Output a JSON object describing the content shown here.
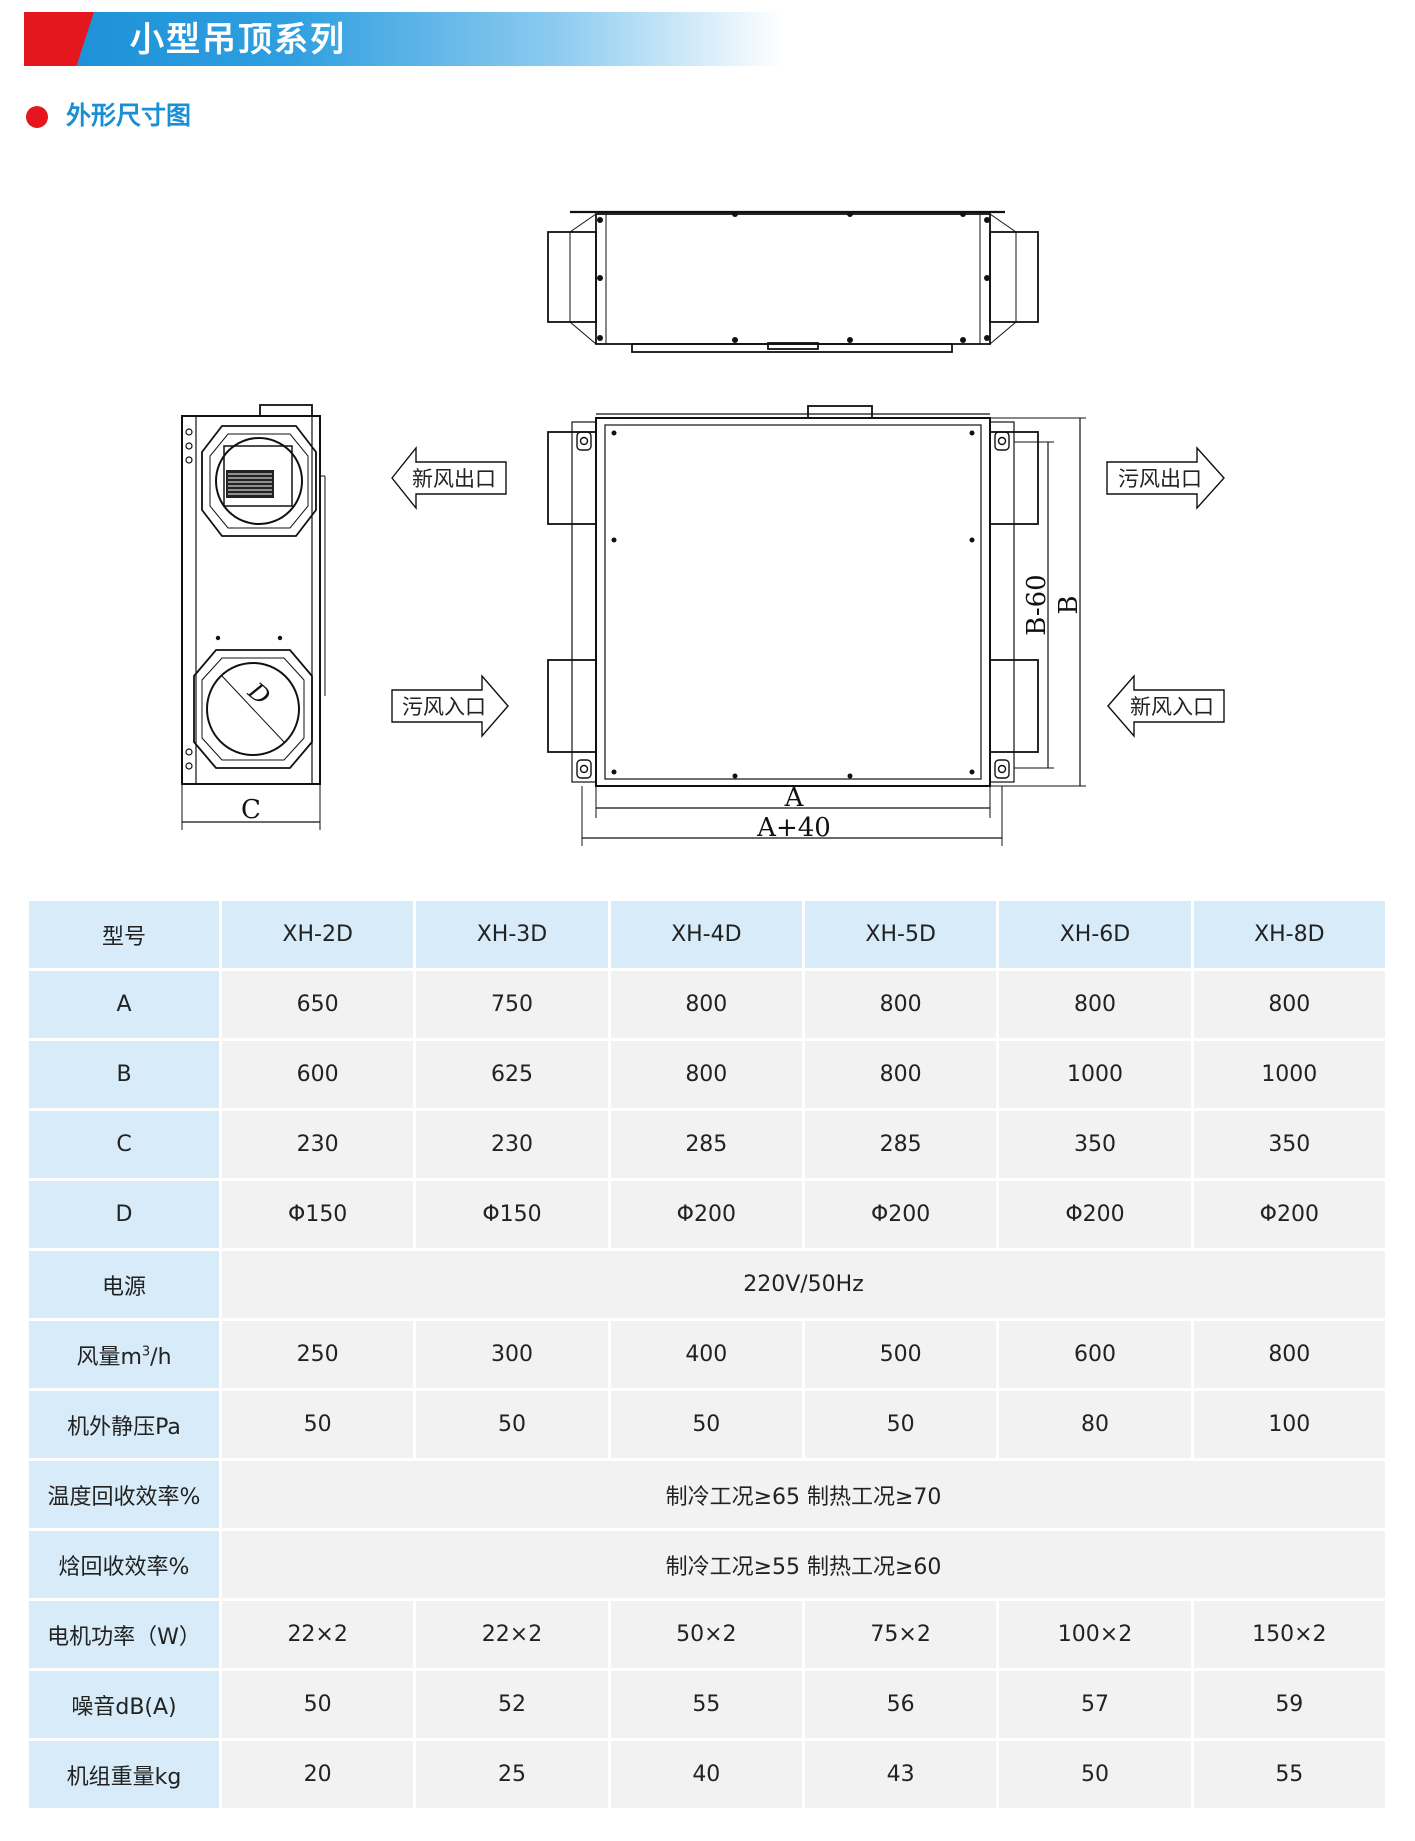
{
  "header": {
    "title": "小型吊顶系列",
    "section_title": "外形尺寸图"
  },
  "drawing": {
    "labels": {
      "fresh_out": "新风出口",
      "exhaust_out": "污风出口",
      "exhaust_in": "污风入口",
      "fresh_in": "新风入口"
    },
    "dims": {
      "a": "A",
      "a40": "A+40",
      "b": "B",
      "b60": "B-60",
      "c": "C",
      "d": "D"
    }
  },
  "table": {
    "header_label": "型号",
    "models": [
      "XH-2D",
      "XH-3D",
      "XH-4D",
      "XH-5D",
      "XH-6D",
      "XH-8D"
    ],
    "rows": [
      {
        "label": "A",
        "values": [
          "650",
          "750",
          "800",
          "800",
          "800",
          "800"
        ]
      },
      {
        "label": "B",
        "values": [
          "600",
          "625",
          "800",
          "800",
          "1000",
          "1000"
        ]
      },
      {
        "label": "C",
        "values": [
          "230",
          "230",
          "285",
          "285",
          "350",
          "350"
        ]
      },
      {
        "label": "D",
        "values": [
          "Φ150",
          "Φ150",
          "Φ200",
          "Φ200",
          "Φ200",
          "Φ200"
        ]
      },
      {
        "label": "电源",
        "merged": "220V/50Hz"
      },
      {
        "label": "风量m",
        "label_sup": "3",
        "label_suffix": "/h",
        "values": [
          "250",
          "300",
          "400",
          "500",
          "600",
          "800"
        ]
      },
      {
        "label": "机外静压Pa",
        "values": [
          "50",
          "50",
          "50",
          "50",
          "80",
          "100"
        ]
      },
      {
        "label": "温度回收效率%",
        "merged": "制冷工况≥65 制热工况≥70"
      },
      {
        "label": "焓回收效率%",
        "merged": "制冷工况≥55 制热工况≥60"
      },
      {
        "label": "电机功率（W）",
        "values": [
          "22×2",
          "22×2",
          "50×2",
          "75×2",
          "100×2",
          "150×2"
        ]
      },
      {
        "label": "噪音dB(A)",
        "values": [
          "50",
          "52",
          "55",
          "56",
          "57",
          "59"
        ]
      },
      {
        "label": "机组重量kg",
        "values": [
          "20",
          "25",
          "40",
          "43",
          "50",
          "55"
        ]
      }
    ]
  }
}
